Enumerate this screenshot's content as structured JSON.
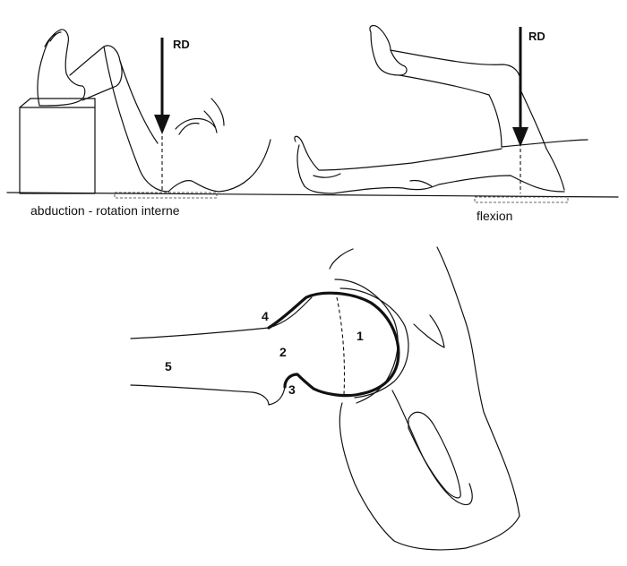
{
  "panels": {
    "left": {
      "caption": "abduction - rotation interne",
      "beam_label": "RD"
    },
    "right": {
      "caption": "flexion",
      "beam_label": "RD"
    }
  },
  "hip_labels": {
    "n1": "1",
    "n2": "2",
    "n3": "3",
    "n4": "4",
    "n5": "5"
  }
}
